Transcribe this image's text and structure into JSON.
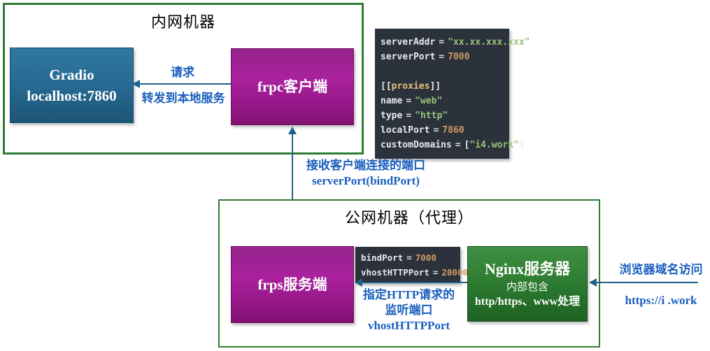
{
  "colors": {
    "group_border_green": "#2F7D33",
    "arrow_blue": "#20618C",
    "note_blue": "#1A5FBE",
    "node_blue": "#276A92",
    "node_magenta": "#AA219D",
    "node_green": "#2E7D33",
    "code_bg": "#2B323C",
    "code_string": "#98C379",
    "code_number": "#D19A66",
    "code_section": "#E5C07B"
  },
  "intranet_group": {
    "title": "内网机器"
  },
  "gradio_node": {
    "line1": "Gradio",
    "line2": "localhost:7860"
  },
  "frpc_node": {
    "label": "frpc客户端"
  },
  "request_arrow": {
    "label_top": "请求",
    "label_bottom": "转发到本地服务"
  },
  "frpc_toml": {
    "eq": "=",
    "lines": [
      {
        "key": "serverAddr",
        "val": "\"xx.xx.xxx.xxx\"",
        "kind": "string"
      },
      {
        "key": "serverPort",
        "val": "7000",
        "kind": "number"
      },
      {
        "blank": true
      },
      {
        "open": "[[",
        "section": "proxies",
        "close": "]]"
      },
      {
        "key": "name",
        "val": "\"web\"",
        "kind": "string"
      },
      {
        "key": "type",
        "val": "\"http\"",
        "kind": "string"
      },
      {
        "key": "localPort",
        "val": "7860",
        "kind": "number"
      },
      {
        "key": "customDomains",
        "open": "[",
        "val": "\"i4.work\"",
        "close": "]",
        "kind": "string"
      }
    ]
  },
  "serverport_note": {
    "line1": "接收客户端连接的端口",
    "line2": "serverPort(bindPort)"
  },
  "public_group": {
    "title": "公网机器（代理）"
  },
  "frps_node": {
    "label": "frps服务端"
  },
  "frps_toml": {
    "eq": "=",
    "lines": [
      {
        "key": "bindPort",
        "val": "7000",
        "kind": "number"
      },
      {
        "key": "vhostHTTPPort",
        "val": "20000",
        "kind": "number"
      }
    ]
  },
  "vhost_note": {
    "line1": "指定HTTP请求的",
    "line2": "监听端口",
    "line3": "vhostHTTPPort"
  },
  "nginx_node": {
    "line1": "Nginx服务器",
    "line2": "内部包含",
    "line3": "http/https、www处理"
  },
  "browser_note": {
    "line1": "浏览器域名访问",
    "line2": "https://i .work"
  }
}
